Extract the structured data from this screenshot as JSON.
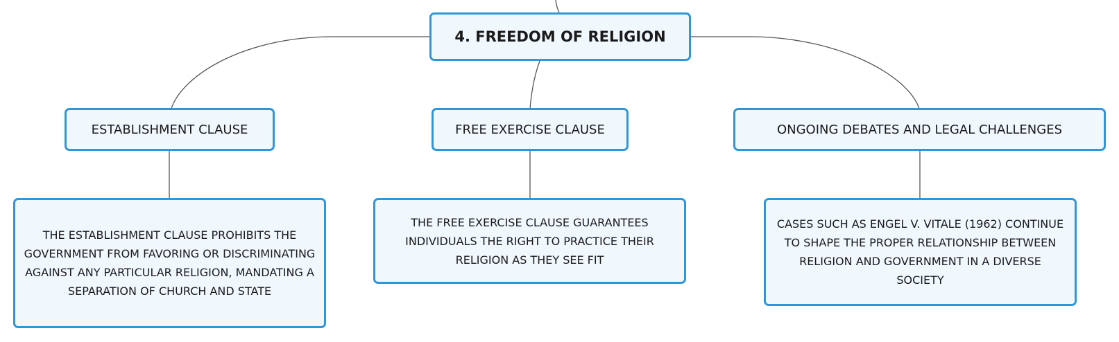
{
  "root": {
    "title": "4. FREEDOM OF RELIGION"
  },
  "branches": [
    {
      "title": "ESTABLISHMENT CLAUSE",
      "detail": "THE ESTABLISHMENT CLAUSE PROHIBITS THE GOVERNMENT FROM FAVORING OR DISCRIMINATING AGAINST ANY PARTICULAR RELIGION, MANDATING A SEPARATION OF CHURCH AND STATE"
    },
    {
      "title": "FREE EXERCISE CLAUSE",
      "detail": "THE FREE EXERCISE CLAUSE GUARANTEES INDIVIDUALS THE RIGHT TO PRACTICE THEIR RELIGION AS THEY SEE FIT"
    },
    {
      "title": "ONGOING DEBATES AND LEGAL CHALLENGES",
      "detail": "CASES SUCH AS ENGEL V. VITALE (1962) CONTINUE TO SHAPE THE PROPER RELATIONSHIP BETWEEN RELIGION AND GOVERNMENT IN A DIVERSE SOCIETY"
    }
  ],
  "colors": {
    "node_border": "#2d97d9",
    "node_fill": "#f0f7fd",
    "connector": "#555555"
  }
}
